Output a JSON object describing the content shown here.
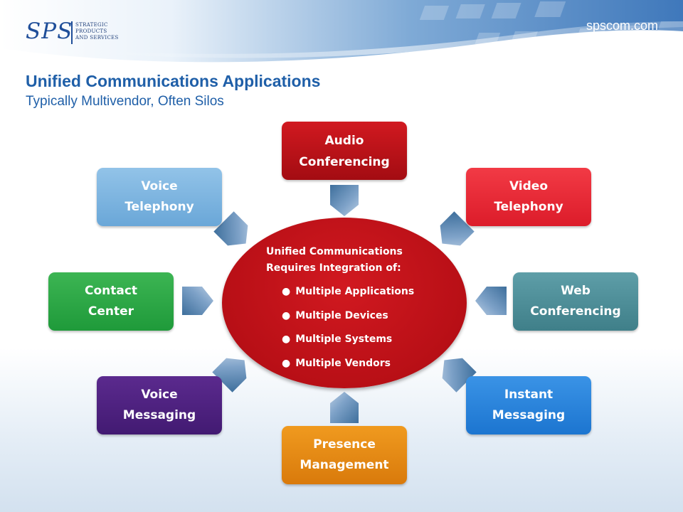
{
  "header": {
    "logo": "SPS",
    "logo_tagline": "Strategic\nProducts\nAnd Services",
    "site": "spscom.com"
  },
  "title": "Unified Communications Applications",
  "subtitle": "Typically Multivendor, Often Silos",
  "hub": {
    "heading": "Unified Communications\nRequires Integration of:",
    "items": [
      "Multiple Applications",
      "Multiple Devices",
      "Multiple Systems",
      "Multiple Vendors"
    ]
  },
  "apps": {
    "audio": "Audio\nConferencing",
    "video": "Video\nTelephony",
    "voice_tel": "Voice\nTelephony",
    "contact": "Contact\nCenter",
    "web": "Web\nConferencing",
    "voice_msg": "Voice\nMessaging",
    "instant": "Instant\nMessaging",
    "presence": "Presence\nManagement"
  },
  "colors": {
    "accent": "#1f5fa8",
    "hub": "#b80f16",
    "chevron": "#5b84ad"
  },
  "icons": {
    "connector": "chevron-arrow-icon"
  }
}
